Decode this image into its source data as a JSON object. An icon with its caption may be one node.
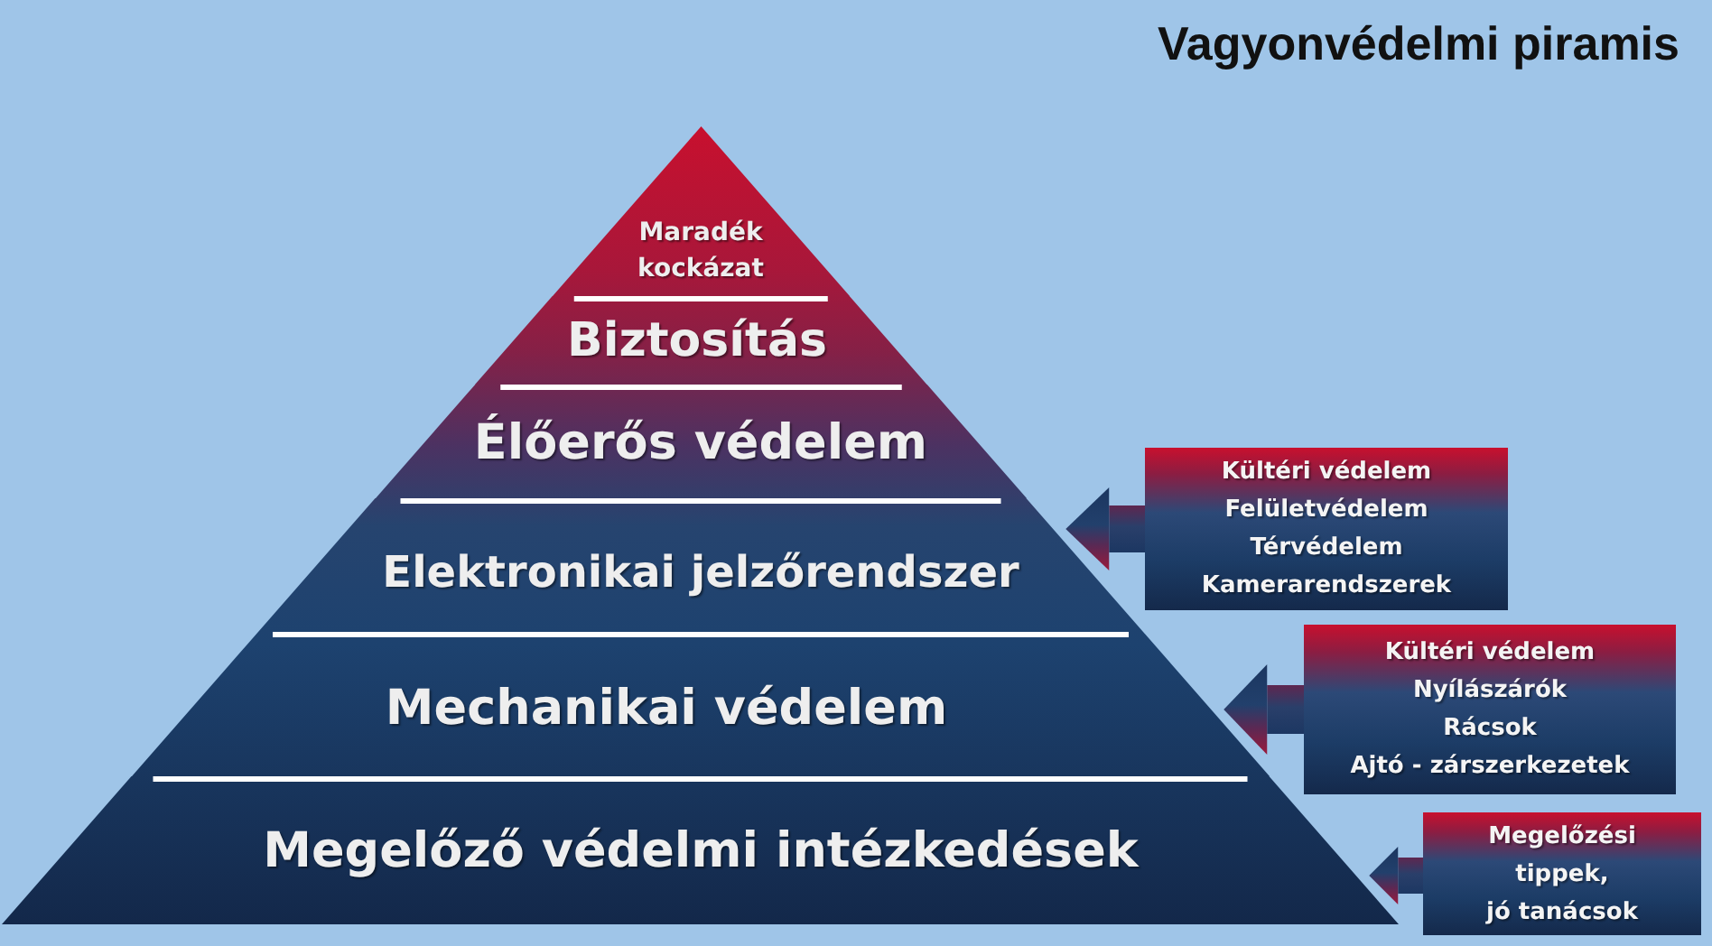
{
  "diagram": {
    "title": "Vagyonvédelmi piramis",
    "nodes": [
      {
        "text": [
          "Maradék kockázat"
        ]
      },
      {
        "text": [
          "Biztosítás"
        ]
      },
      {
        "text": [
          "Élőerős védelem"
        ]
      },
      {
        "text": [
          "Elektronikai jelzőrendszer"
        ]
      },
      {
        "text": [
          "Mechanikai védelem"
        ]
      },
      {
        "text": [
          "Megelőző védelmi intézkedések"
        ]
      },
      {
        "text": [
          "Kültéri védelem",
          "Felületvédelem",
          "Térvédelem",
          "Kamerarendszerek"
        ]
      },
      {
        "text": [
          "Kültéri védelem",
          "Nyílászárók",
          "Rácsok",
          "Ajtó - zárszerkezetek"
        ]
      },
      {
        "text": [
          "Megelőzési tippek, jó tanácsok"
        ]
      }
    ],
    "edges": [
      {
        "from": 6,
        "to": 3,
        "arrow": "to"
      },
      {
        "from": 7,
        "to": 4,
        "arrow": "to"
      },
      {
        "from": 8,
        "to": 5,
        "arrow": "to"
      }
    ]
  }
}
